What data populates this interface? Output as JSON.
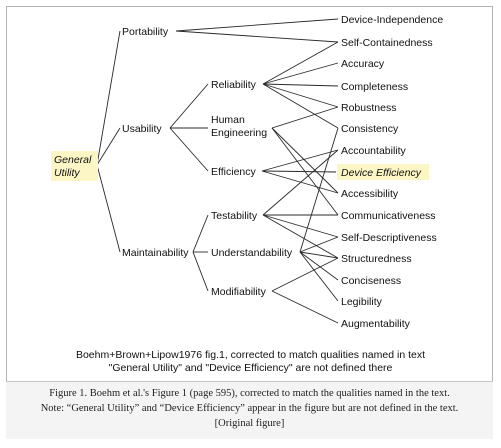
{
  "nodes": {
    "general_utility": [
      "General",
      "Utility"
    ],
    "portability": "Portability",
    "usability": "Usability",
    "maintainability": "Maintainability",
    "reliability": "Reliability",
    "human_engineering": [
      "Human",
      "Engineering"
    ],
    "efficiency": "Efficiency",
    "testability": "Testability",
    "understandability": "Understandability",
    "modifiability": "Modifiability",
    "device_independence": "Device-Independence",
    "self_containedness": "Self-Containedness",
    "accuracy": "Accuracy",
    "completeness": "Completeness",
    "robustness": "Robustness",
    "consistency": "Consistency",
    "accountability": "Accountability",
    "device_efficiency": "Device Efficiency",
    "accessibility": "Accessibility",
    "communicativeness": "Communicativeness",
    "self_descriptiveness": "Self-Descriptiveness",
    "structuredness": "Structuredness",
    "conciseness": "Conciseness",
    "legibility": "Legibility",
    "augmentability": "Augmentability"
  },
  "highlight_color": "#fbf6c4",
  "diagram_caption": [
    "Boehm+Brown+Lipow1976 fig.1, corrected to match qualities named in text",
    "\"General Utility\" and \"Device Efficiency\" are not defined there"
  ],
  "figure_caption": [
    "Figure 1.  Boehm et al.'s Figure 1 (page 595), corrected to match the qualities named in the text.",
    "Note:  “General Utility” and “Device Efficiency” appear in the figure but are not defined in the text.",
    "[Original figure]"
  ]
}
